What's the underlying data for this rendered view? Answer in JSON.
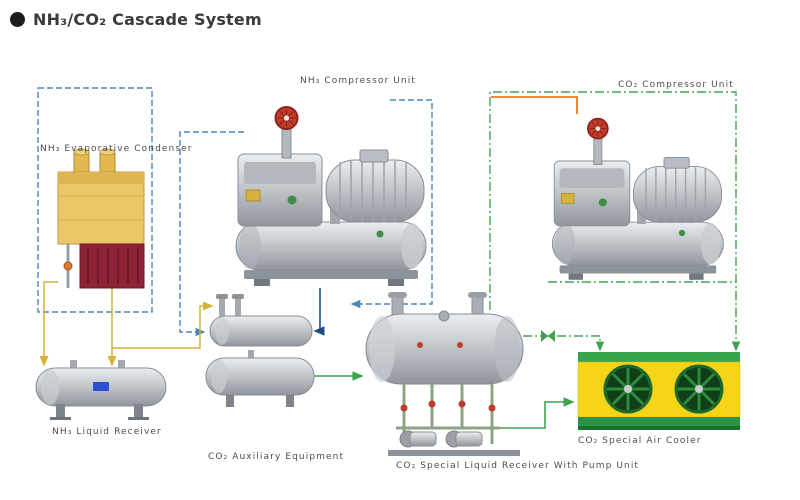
{
  "title": "NH₃/CO₂ Cascade System",
  "labels": {
    "evaporative_condenser": "NH₃ Evaporative Condenser",
    "nh3_compressor": "NH₃ Compressor Unit",
    "co2_compressor": "CO₂ Compressor Unit",
    "nh3_liquid_receiver": "NH₃ Liquid Receiver",
    "co2_auxiliary_equipment": "CO₂ Auxiliary Equipment",
    "co2_special_liquid_receiver": "CO₂ Special Liquid Receiver With Pump Unit",
    "co2_special_air_cooler": "CO₂ Special Air Cooler"
  },
  "colors": {
    "nh3_liquid_line": "#d4b23c",
    "nh3_gas_line": "#4a86b8",
    "nh3_discharge_line": "#1b4f8a",
    "co2_gas_line": "#44a452",
    "co2_liquid_line": "#3fa34d",
    "co2_discharge_line": "#e87a1e",
    "condenser_body": "#ecc768",
    "condenser_base": "#8e2336",
    "air_cooler_body": "#f6d418",
    "air_cooler_trim": "#2a9444",
    "handwheel_red": "#c23b2a"
  }
}
